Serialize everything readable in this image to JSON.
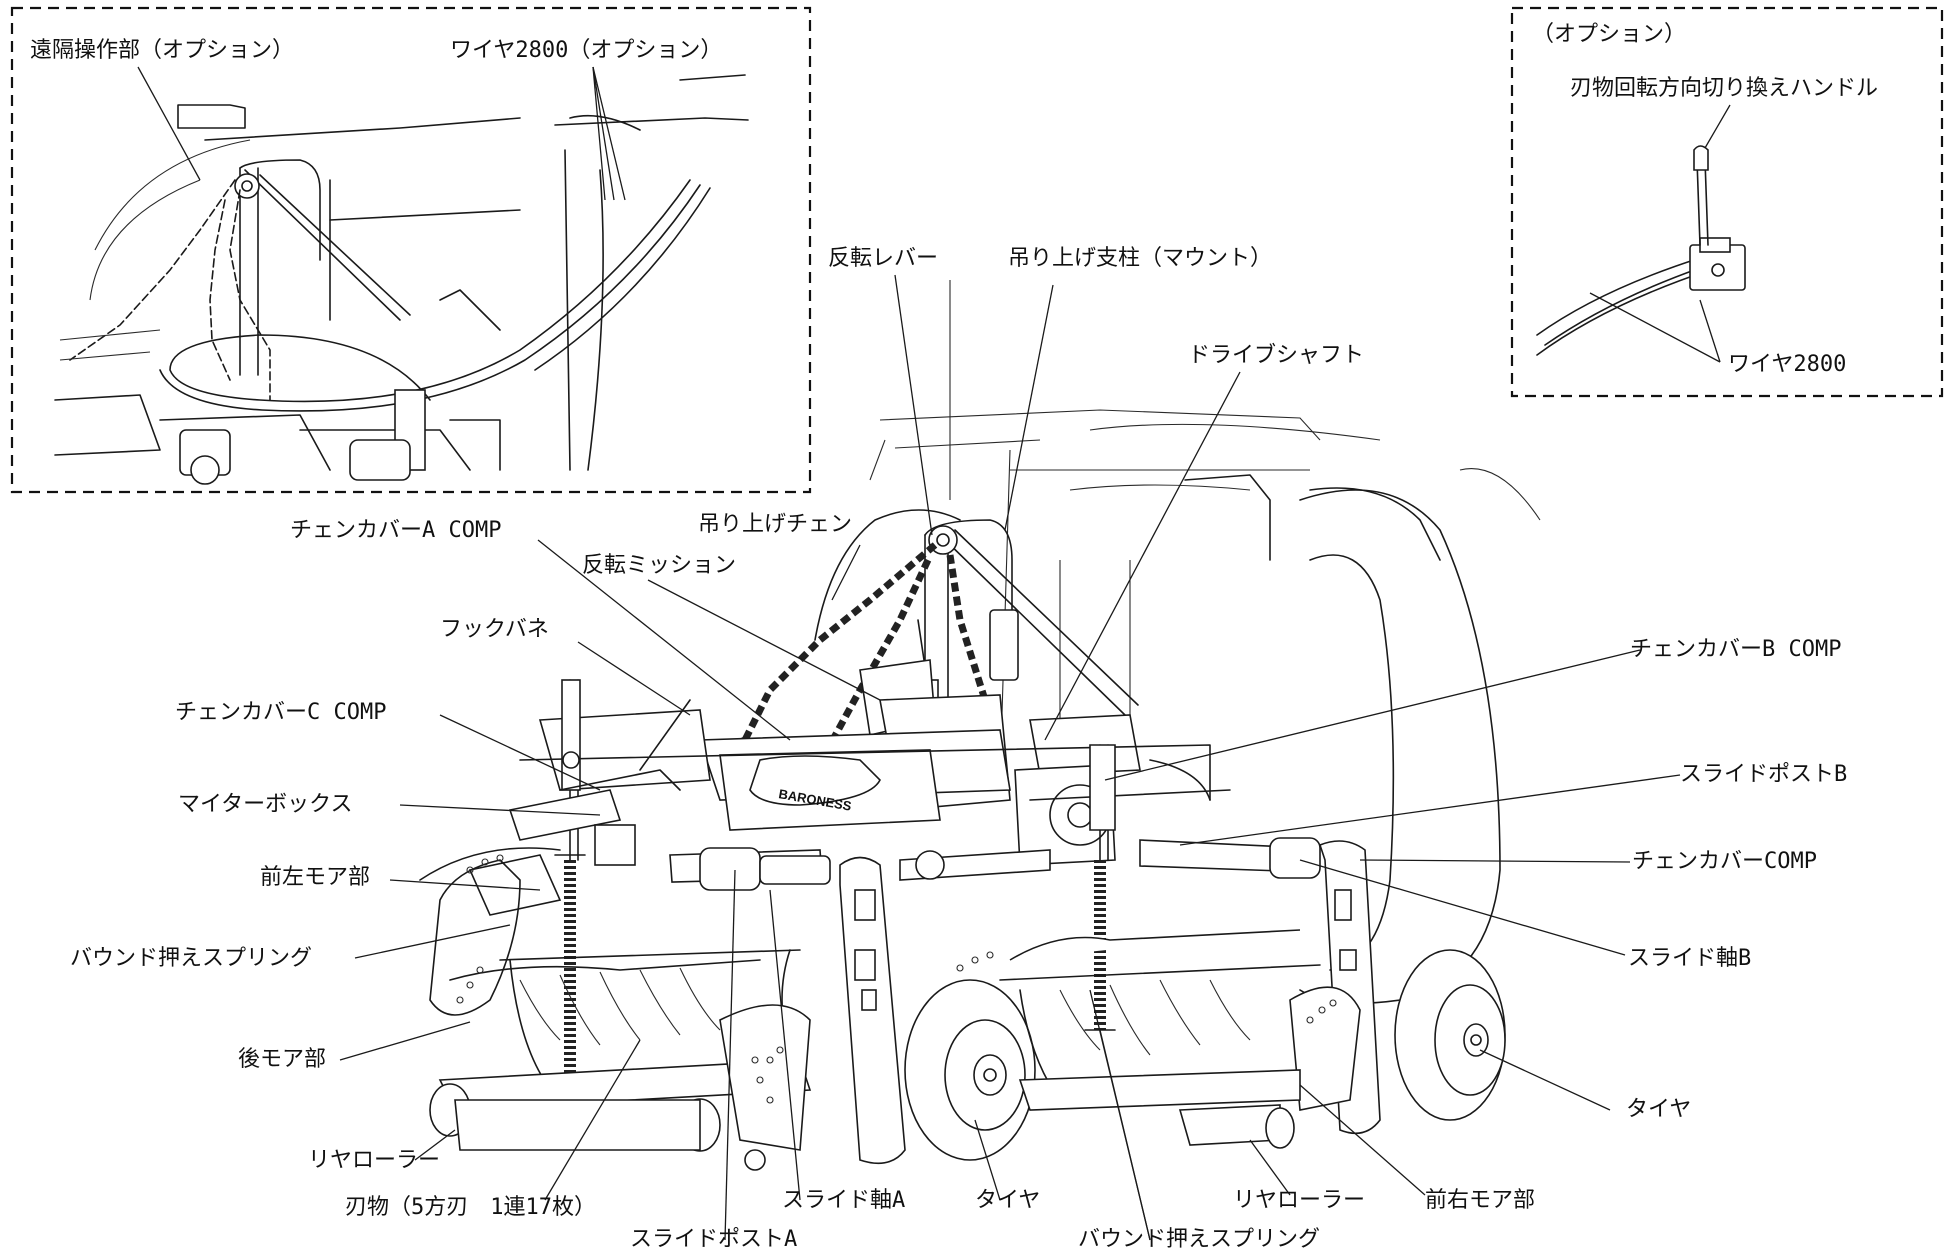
{
  "callouts": {
    "remote_unit": "遠隔操作部（オプション）",
    "wire_option": "ワイヤ2800（オプション）",
    "option_header": "（オプション）",
    "blade_handle": "刃物回転方向切り換えハンドル",
    "wire_2800": "ワイヤ2800",
    "reverse_lever": "反転レバー",
    "lift_post": "吊り上げ支柱（マウント）",
    "drive_shaft": "ドライブシャフト",
    "lift_chain": "吊り上げチェン",
    "chain_cover_a": "チェンカバーA COMP",
    "reverse_mission": "反転ミッション",
    "hook_spring": "フックバネ",
    "chain_cover_c": "チェンカバーC COMP",
    "chain_cover_b": "チェンカバーB COMP",
    "miter_box": "マイターボックス",
    "slide_post_b": "スライドポストB",
    "front_left_mower": "前左モア部",
    "chain_cover": "チェンカバーCOMP",
    "bound_spring_left": "バウンド押えスプリング",
    "slide_shaft_b": "スライド軸B",
    "rear_mower": "後モア部",
    "tire_right": "タイヤ",
    "rear_roller_left": "リヤローラー",
    "blade": "刃物（5方刃　1連17枚）",
    "slide_shaft_a": "スライド軸A",
    "tire_center": "タイヤ",
    "rear_roller_right": "リヤローラー",
    "front_right_mower": "前右モア部",
    "slide_post_a": "スライドポストA",
    "bound_spring_right": "バウンド押えスプリング"
  },
  "logo_text": "BARONESS"
}
